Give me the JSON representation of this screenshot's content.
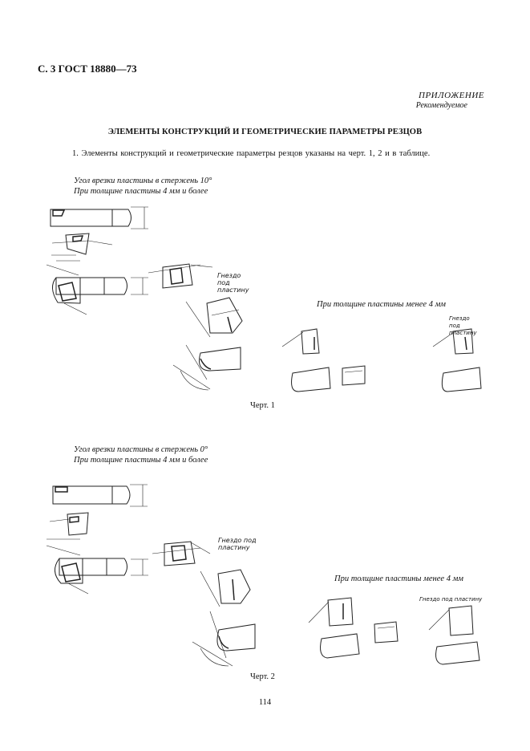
{
  "header": {
    "code": "С. 3 ГОСТ 18880—73"
  },
  "appendix": {
    "title": "ПРИЛОЖЕНИЕ",
    "status": "Рекомендуемое"
  },
  "main": {
    "title": "ЭЛЕМЕНТЫ КОНСТРУКЦИЙ И ГЕОМЕТРИЧЕСКИЕ ПАРАМЕТРЫ РЕЗЦОВ",
    "paragraph": "1. Элементы  конструкций  и  геометрические  параметры  резцов   указаны  на черт. 1, 2  и в таблице."
  },
  "figure1": {
    "angle_note": "Угол врезки пластины в стержень 10°",
    "thick_note": "При толщине пластины 4 мм и более",
    "thin_note": "При толщине пластины менее 4 мм",
    "socket_label": "Гнездо под пластину",
    "socket_label_short": "Гнездо под пластину",
    "caption": "Черт.  1"
  },
  "figure2": {
    "angle_note": "Угол врезки пластины в стержень 0°",
    "thick_note": "При толщине пластины 4 мм и более",
    "thin_note": "При толщине пластины менее 4 мм",
    "socket_label": "Гнездо под пластину",
    "socket_label_short": "Гнездо под пластину",
    "caption": "Черт.  2"
  },
  "page_number": "114"
}
